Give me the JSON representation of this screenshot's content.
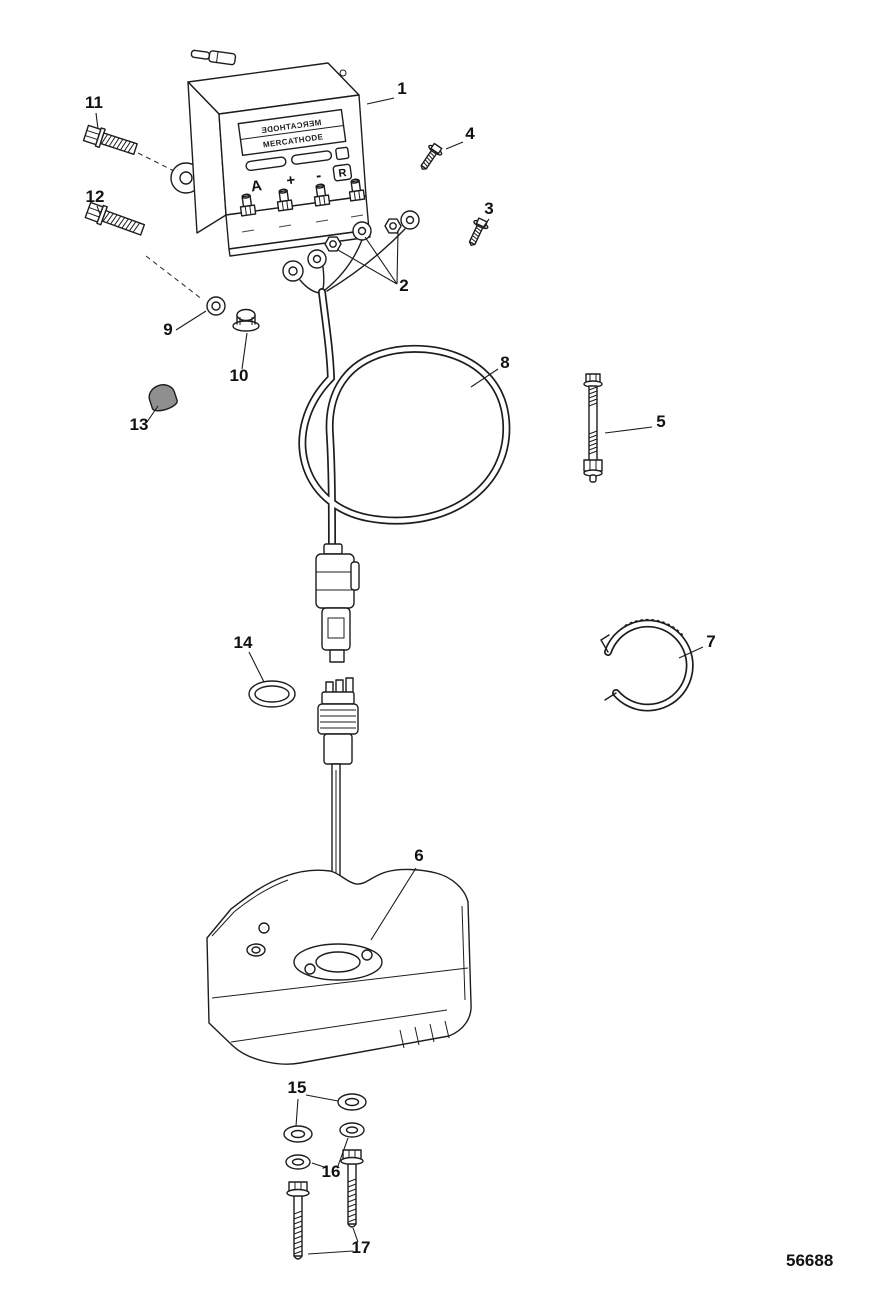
{
  "diagram": {
    "drawing_number": "56688",
    "module": {
      "label_line1": "MERCATHODE",
      "label_line2": "MERCATHODE",
      "terminal_labels": [
        "A",
        "+",
        "-",
        "R"
      ]
    },
    "callouts": [
      "1",
      "2",
      "3",
      "4",
      "5",
      "6",
      "7",
      "8",
      "9",
      "10",
      "11",
      "12",
      "13",
      "14",
      "15",
      "16",
      "17"
    ]
  }
}
